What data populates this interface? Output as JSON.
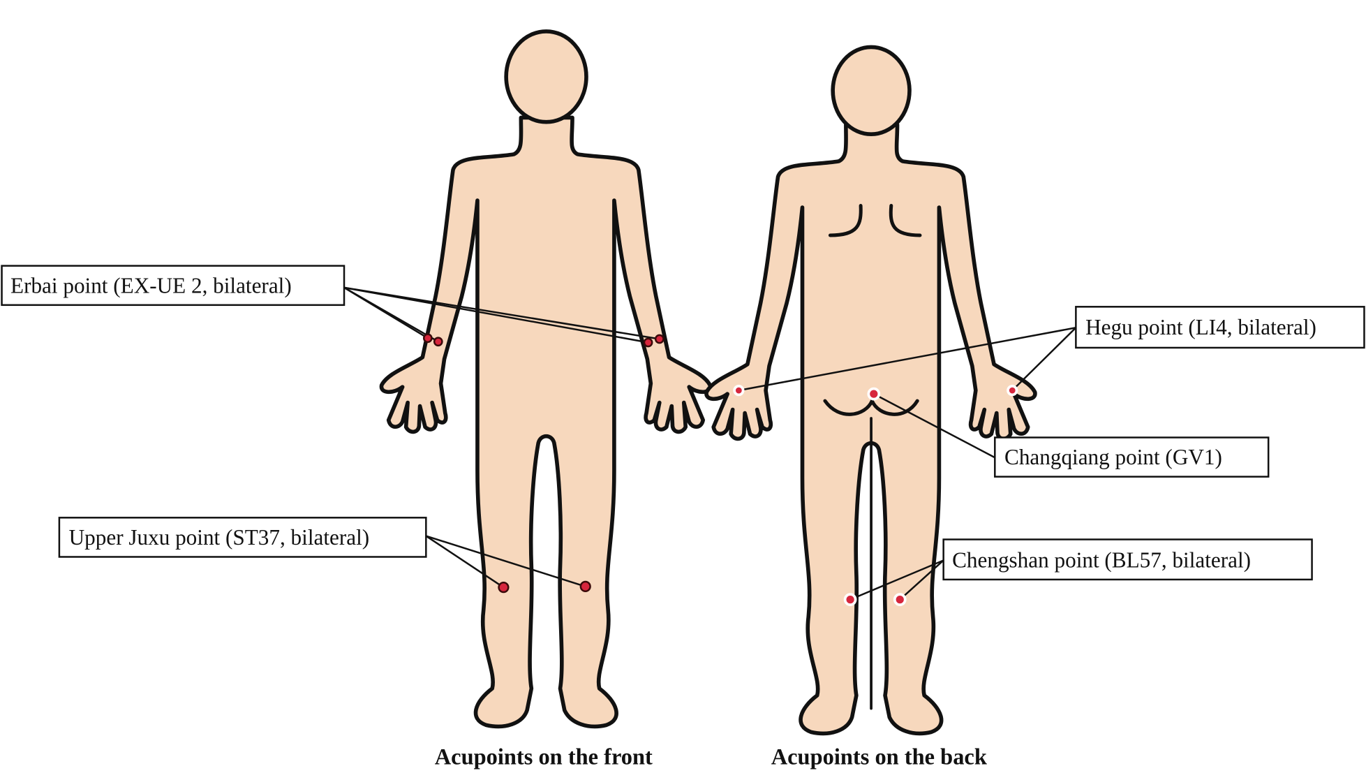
{
  "colors": {
    "skin": "#f7d8bd",
    "outline": "#111111",
    "acupoint": "#d7263d"
  },
  "labels": {
    "erbai": "Erbai point (EX-UE 2, bilateral)",
    "upper_juxu": "Upper Juxu point (ST37, bilateral)",
    "hegu": "Hegu point (LI4, bilateral)",
    "changqiang": "Changqiang point (GV1)",
    "chengshan": "Chengshan point (BL57, bilateral)"
  },
  "captions": {
    "front": "Acupoints on the front",
    "back": "Acupoints on the back"
  }
}
